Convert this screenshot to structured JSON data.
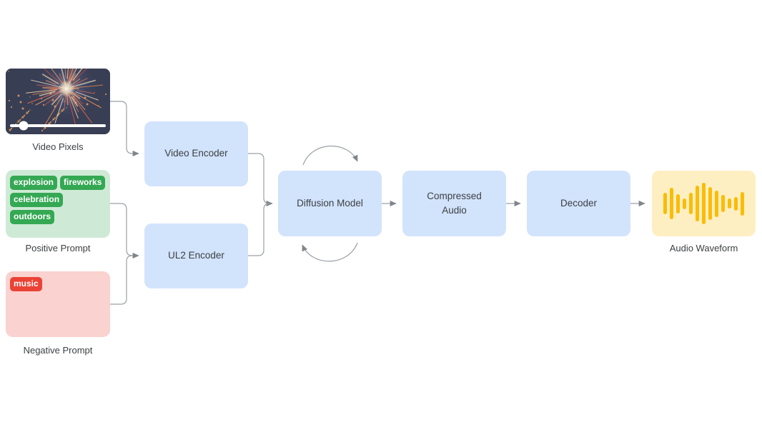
{
  "colors": {
    "box_blue": "#d2e3fc",
    "positive_bg": "#ceead6",
    "tag_green": "#34a853",
    "negative_bg": "#fad2cf",
    "tag_red": "#ea4335",
    "waveform_bg": "#feefc3",
    "waveform_bar": "#fbbc04",
    "connector": "#9aa0a6",
    "arrowhead": "#80868b",
    "text": "#3c4043"
  },
  "nodes": {
    "video_pixels": {
      "label": "Video Pixels"
    },
    "positive_prompt": {
      "label": "Positive Prompt",
      "tags": [
        "explosion",
        "fireworks",
        "celebration",
        "outdoors"
      ]
    },
    "negative_prompt": {
      "label": "Negative Prompt",
      "tags": [
        "music"
      ]
    },
    "video_encoder": {
      "label": "Video Encoder"
    },
    "ul2_encoder": {
      "label": "UL2 Encoder"
    },
    "diffusion_model": {
      "label": "Diffusion Model"
    },
    "compressed_audio": {
      "label": "Compressed Audio"
    },
    "decoder": {
      "label": "Decoder"
    },
    "audio_waveform": {
      "label": "Audio Waveform",
      "bar_heights": [
        30,
        44,
        27,
        15,
        30,
        50,
        58,
        46,
        37,
        24,
        14,
        19,
        33
      ]
    }
  }
}
